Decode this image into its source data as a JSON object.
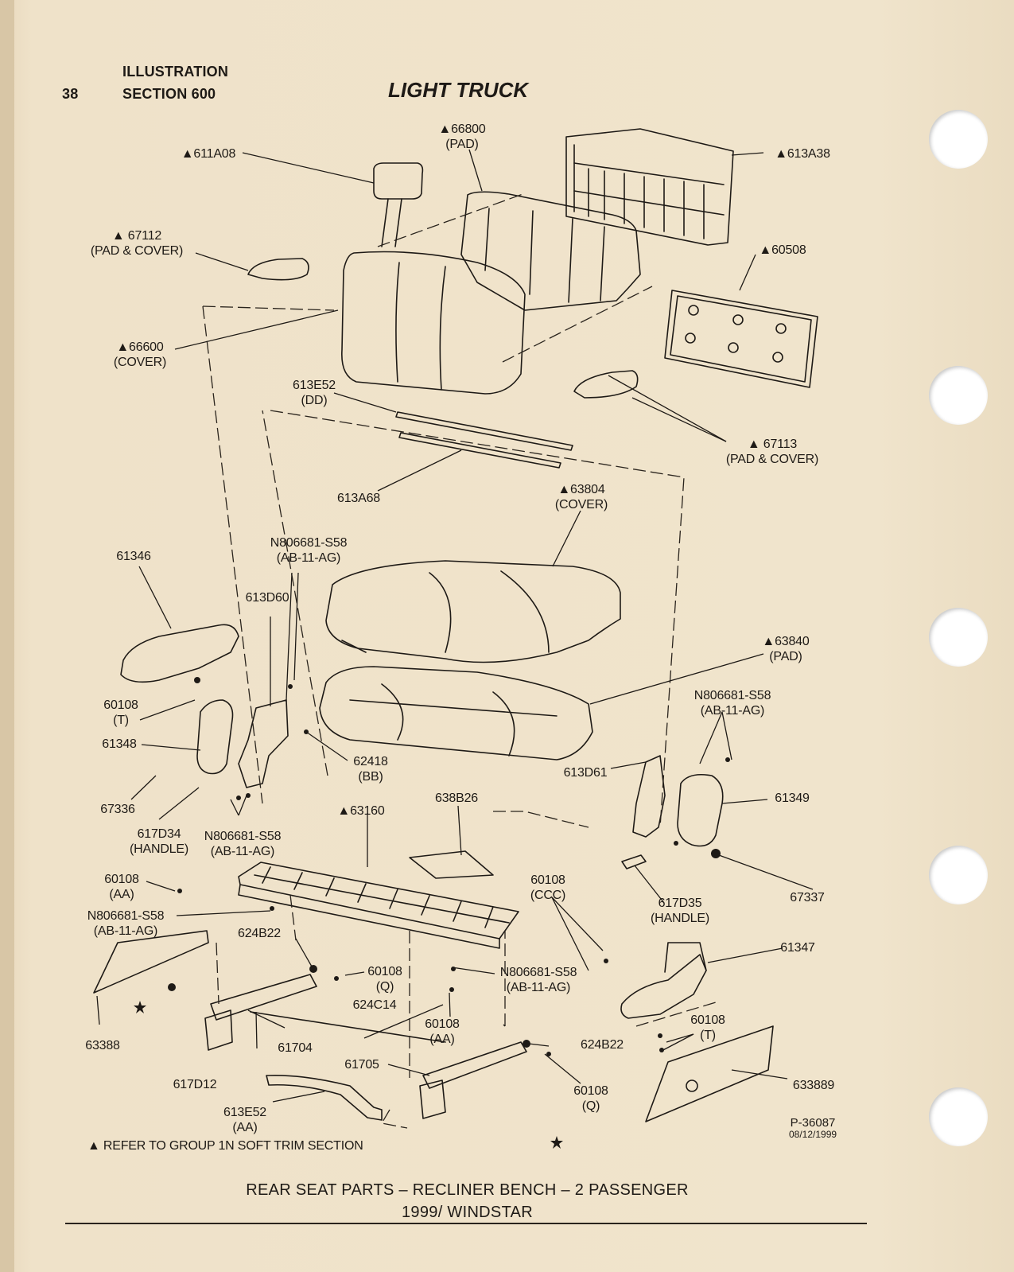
{
  "header": {
    "page_number": "38",
    "line1": "ILLUSTRATION",
    "line2": "SECTION 600",
    "title": "LIGHT TRUCK"
  },
  "labels": {
    "l611a08": "▲611A08",
    "l66800": "▲66800",
    "l66800_sub": "(PAD)",
    "l613a38": "▲613A38",
    "l67112": "▲ 67112",
    "l67112_sub": "(PAD & COVER)",
    "l60508": "▲60508",
    "l66600": "▲66600",
    "l66600_sub": "(COVER)",
    "l613e52dd": "613E52",
    "l613e52dd_sub": "(DD)",
    "l67113": "▲ 67113",
    "l67113_sub": "(PAD & COVER)",
    "l613a68": "613A68",
    "l63804": "▲63804",
    "l63804_sub": "(COVER)",
    "l61346a": "61346",
    "ln806_a": "N806681-S58",
    "ln806_a_sub": "(AB-11-AG)",
    "l613d60": "613D60",
    "l63840": "▲63840",
    "l63840_sub": "(PAD)",
    "l60108t_a": "60108",
    "l60108t_a_sub": "(T)",
    "ln806_b": "N806681-S58",
    "ln806_b_sub": "(AB-11-AG)",
    "l61348": "61348",
    "l62418": "62418",
    "l62418_sub": "(BB)",
    "l613d61": "613D61",
    "l61349": "61349",
    "l67336": "67336",
    "l617d34": "617D34",
    "l617d34_sub": "(HANDLE)",
    "ln806_c": "N806681-S58",
    "ln806_c_sub": "(AB-11-AG)",
    "l63160": "▲63160",
    "l638b26": "638B26",
    "l60108aa_a": "60108",
    "l60108aa_a_sub": "(AA)",
    "l60108ccc": "60108",
    "l60108ccc_sub": "(CCC)",
    "l617d35": "617D35",
    "l617d35_sub": "(HANDLE)",
    "l67337": "67337",
    "ln806_d": "N806681-S58",
    "ln806_d_sub": "(AB-11-AG)",
    "l624b22_a": "624B22",
    "l61347": "61347",
    "l60108q_a": "60108",
    "l60108q_a_sub": "(Q)",
    "ln806_e": "N806681-S58",
    "ln806_e_sub": "(AB-11-AG)",
    "l624c14": "624C14",
    "l60108t_b": "60108",
    "l60108t_b_sub": "(T)",
    "l60108aa_b": "60108",
    "l60108aa_b_sub": "(AA)",
    "l63388": "63388",
    "l61704": "61704",
    "l624b22_b": "624B22",
    "l61705": "61705",
    "l617d12": "617D12",
    "l60108q_b": "60108",
    "l60108q_b_sub": "(Q)",
    "l633889": "633889",
    "l613e52aa": "613E52",
    "l613e52aa_sub": "(AA)"
  },
  "plate": {
    "number": "P-36087",
    "date": "08/12/1999"
  },
  "note": "▲ REFER TO GROUP 1N SOFT TRIM SECTION",
  "caption": {
    "line1": "REAR SEAT PARTS – RECLINER BENCH – 2 PASSENGER",
    "line2": "1999/ WINDSTAR"
  }
}
